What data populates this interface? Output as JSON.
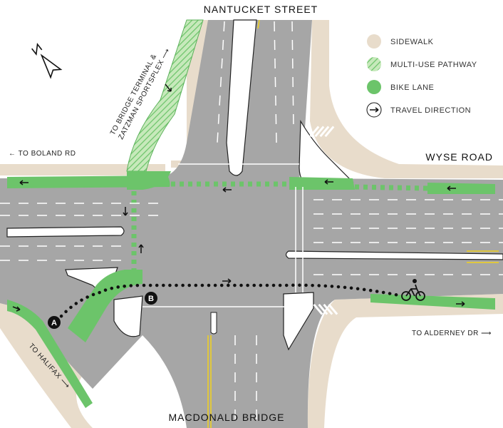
{
  "street_labels": {
    "north": "NANTUCKET STREET",
    "east": "WYSE ROAD",
    "south": "MACDONALD BRIDGE"
  },
  "direction_labels": {
    "to_boland": "← TO BOLAND RD",
    "to_alderney": "TO ALDERNEY DR ⟶",
    "to_halifax": "TO HALIFAX ⟶",
    "to_bridge_terminal_line1": "TO BRIDGE TERMINAL &",
    "to_bridge_terminal_line2": "ZATZMAN SPORTSPLEX ⟶"
  },
  "legend": [
    {
      "label": "SIDEWALK",
      "icon": "sidewalk-swatch",
      "color": "#e8dccb"
    },
    {
      "label": "MULTI-USE PATHWAY",
      "icon": "hatched-green-swatch",
      "color": "#8fd17a"
    },
    {
      "label": "BIKE LANE",
      "icon": "green-swatch",
      "color": "#6cc46a"
    },
    {
      "label": "TRAVEL DIRECTION",
      "icon": "arrow-icon",
      "color": "#111111"
    }
  ],
  "markers": {
    "a": "A",
    "b": "B"
  },
  "colors": {
    "road": "#a6a6a6",
    "sidewalk": "#e8dccb",
    "bike_lane": "#6cc46a",
    "median": "#ffffff",
    "route": "#111111",
    "yellow_line": "#f2d21b"
  },
  "icons": {
    "north_arrow": "north-arrow-icon",
    "cyclist": "cyclist-icon"
  }
}
